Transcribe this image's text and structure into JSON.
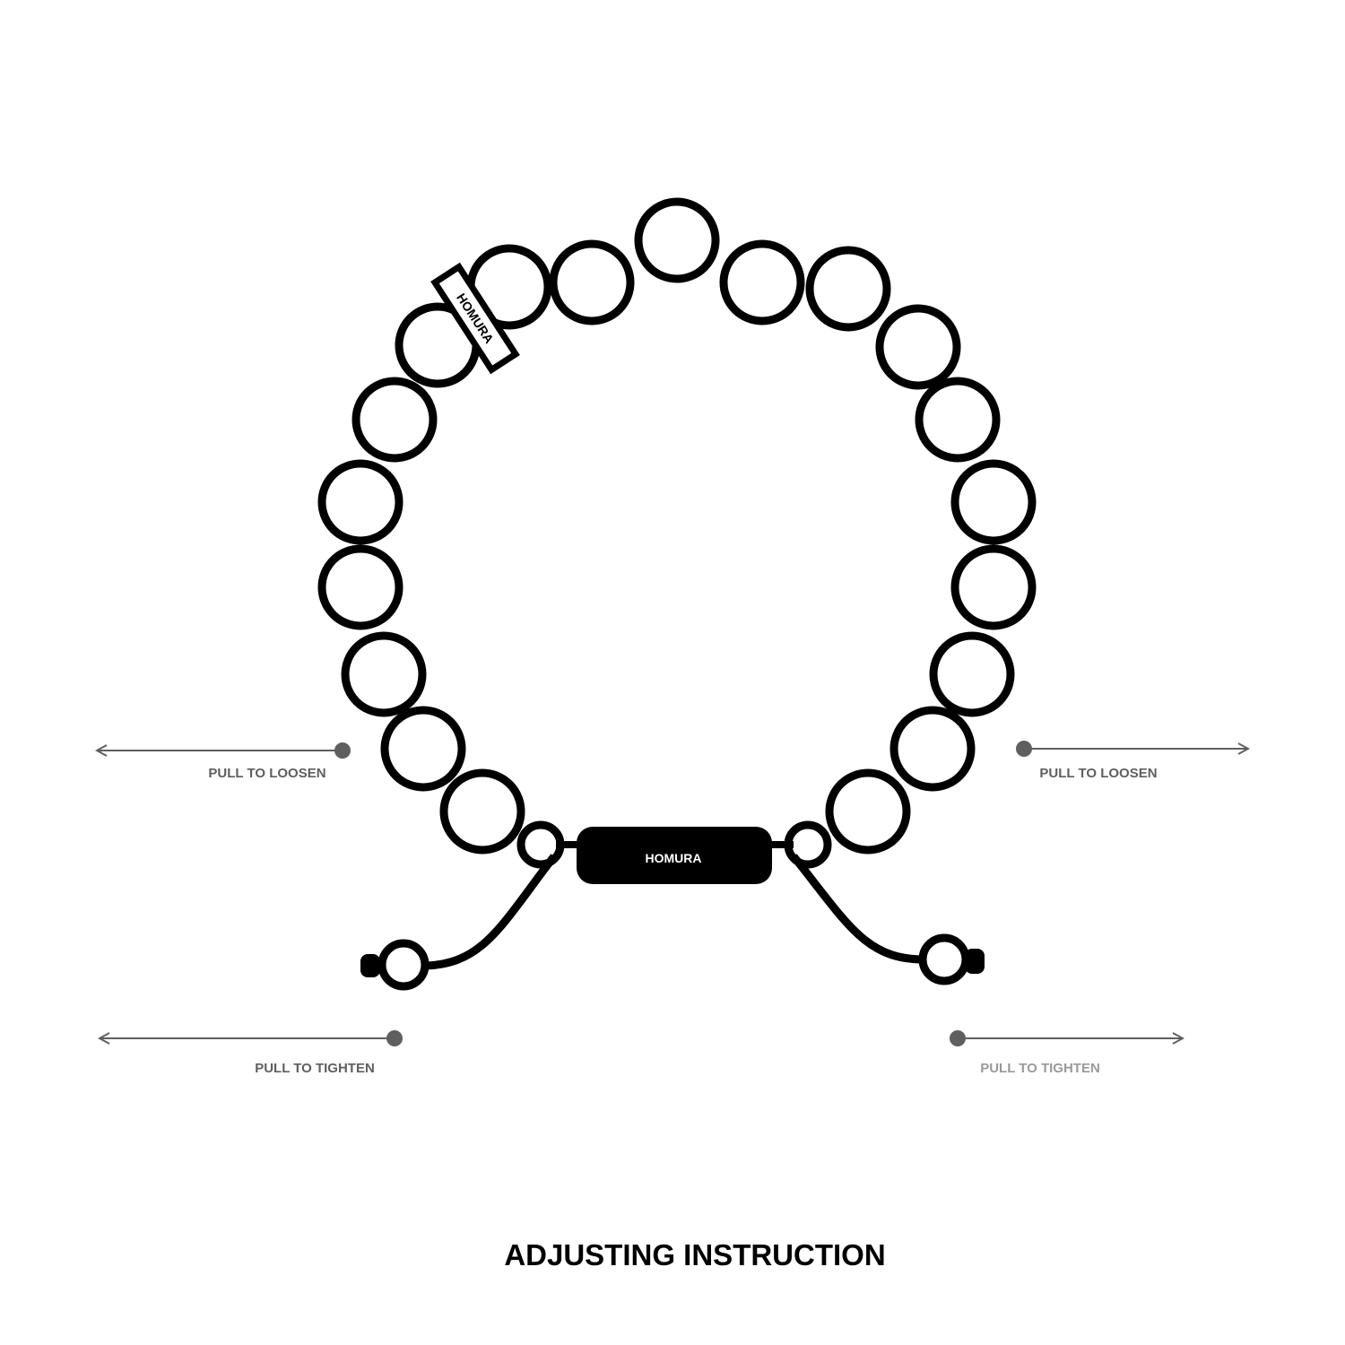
{
  "brand": {
    "tag_text": "HOMURA",
    "knot_text": "HOMURA"
  },
  "instructions": {
    "left_loosen": "PULL TO LOOSEN",
    "right_loosen": "PULL TO LOOSEN",
    "left_tighten": "PULL TO TIGHTEN",
    "right_tighten": "PULL TO TIGHTEN"
  },
  "title": "ADJUSTING INSTRUCTION",
  "colors": {
    "stroke": "#000000",
    "arrow": "#5f5f5f",
    "label": "#5f5f5f",
    "label_light": "#9a9a9a"
  }
}
